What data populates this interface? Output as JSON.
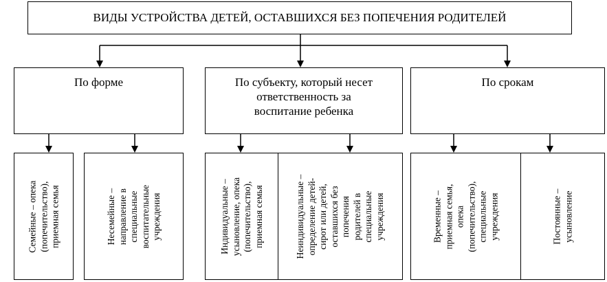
{
  "title": "ВИДЫ УСТРОЙСТВА ДЕТЕЙ, ОСТАВШИХСЯ БЕЗ ПОПЕЧЕНИЯ РОДИТЕЛЕЙ",
  "categories": [
    {
      "label_lines": [
        "По форме"
      ],
      "items": [
        {
          "lines": [
            "Семейные – опека",
            "(попечительство),",
            "приемная семья"
          ]
        },
        {
          "lines": [
            "Несемейные –",
            "направление в",
            "специальные",
            "воспитательные",
            "учреждения"
          ]
        }
      ]
    },
    {
      "label_lines": [
        "По субъекту, который несет",
        "ответственность за",
        "воспитание ребенка"
      ],
      "items": [
        {
          "lines": [
            "Индивидуальные –",
            "усыновление, опека",
            "(попечительство),",
            "приемная семья"
          ]
        },
        {
          "lines": [
            "Неиндивидуальные –",
            "определение детей-",
            "сирот или детей,",
            "оставшихся без",
            "попечения",
            "родителей в",
            "специальные",
            "учреждения"
          ]
        }
      ]
    },
    {
      "label_lines": [
        "По срокам"
      ],
      "items": [
        {
          "lines": [
            "Временные –",
            "приемная семья,",
            "опека",
            "(попечительство),",
            "специальные",
            "учреждения"
          ]
        },
        {
          "lines": [
            "Постоянные –",
            "усыновление"
          ]
        }
      ]
    }
  ]
}
